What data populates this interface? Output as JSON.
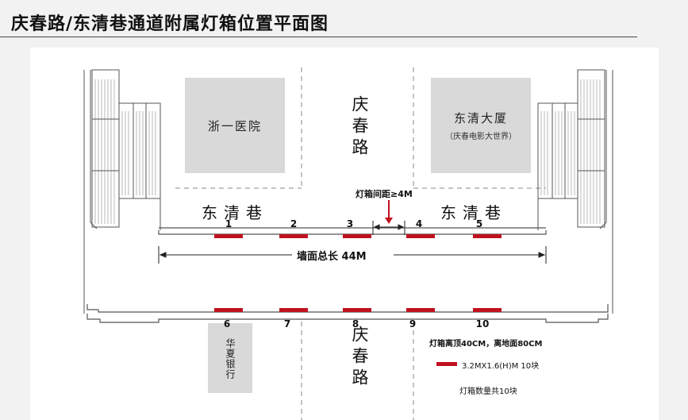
{
  "title": "庆春路/东清巷通道附属灯箱位置平面图",
  "buildings": {
    "top_left": "浙一医院",
    "top_right_name": "东清大厦",
    "top_right_sub": "（庆春电影大世界）",
    "bottom_left": "华夏银行"
  },
  "roads": {
    "top": "庆春路",
    "bottom": "庆春路",
    "lane_left": "东清巷",
    "lane_right": "东清巷"
  },
  "annotations": {
    "spacing": "灯箱间距≥4M",
    "wall_length": "墙面总长 44M",
    "mount": "灯箱离顶40CM，离地面80CM",
    "spec": "3.2MX1.6(H)M    10块",
    "total": "灯箱数量共10块"
  },
  "lightboxes": {
    "top": [
      "1",
      "2",
      "3",
      "4",
      "5"
    ],
    "bottom": [
      "6",
      "7",
      "8",
      "9",
      "10"
    ]
  },
  "colors": {
    "lightbox": "#c0121f",
    "building": "#d9d9d9",
    "wall": "#555555"
  }
}
